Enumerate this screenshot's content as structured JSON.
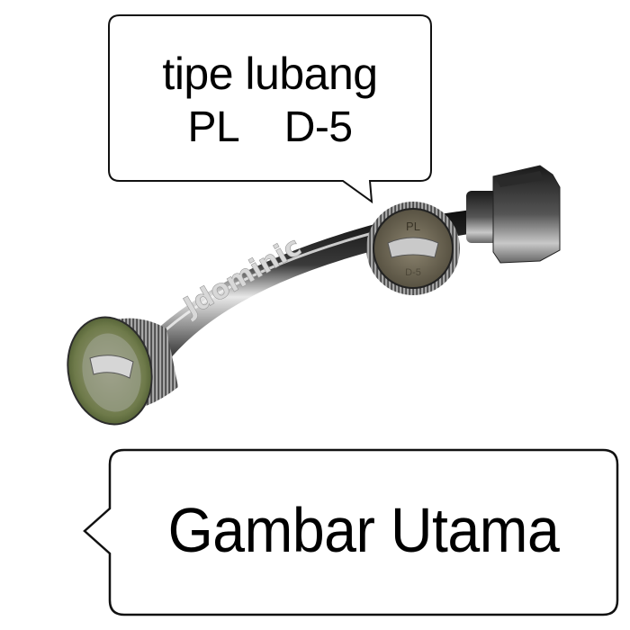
{
  "callout_top": {
    "line1": "tipe lubang",
    "line2": "PL    D-5"
  },
  "callout_bottom": {
    "label": "Gambar Utama"
  },
  "product": {
    "watermark": "Jdominic",
    "cap_marking_top": "PL",
    "cap_marking_bottom": "D-5"
  },
  "colors": {
    "background": "#ffffff",
    "outline": "#111111",
    "chrome_dark": "#1a1a1a",
    "chrome_light": "#d9d9d9",
    "cap_face": "#6b6450"
  }
}
